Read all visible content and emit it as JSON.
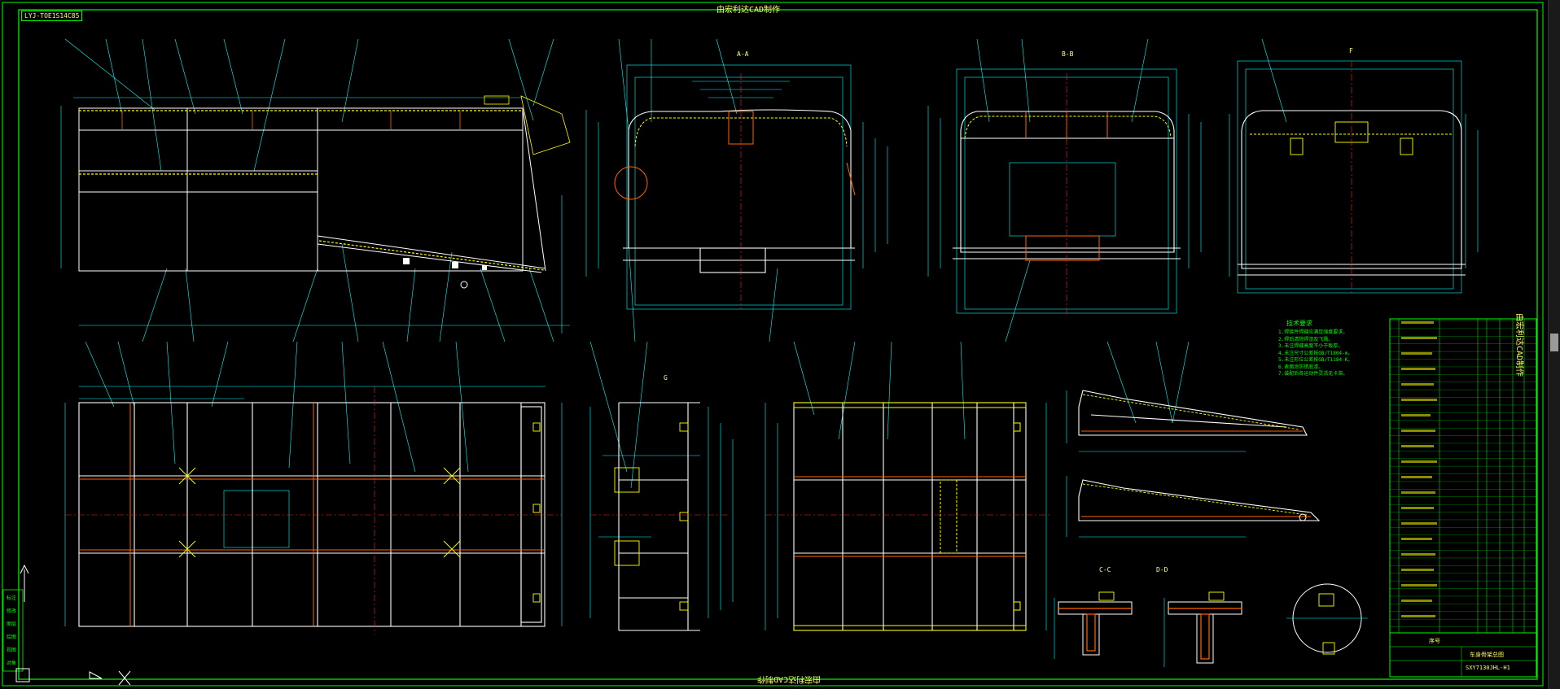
{
  "drawing": {
    "title_top": "由宏利达CAD制作",
    "title_bottom": "由宏利达CAD制作",
    "title_right": "由宏利达CAD制作",
    "sheet_id": "LYJ-TOE1S14C85"
  },
  "views": {
    "section_a": "A-A",
    "section_b": "B-B",
    "section_c": "C-C",
    "section_d": "D-D",
    "section_f": "F",
    "detail_g": "G"
  },
  "tech_requirements": {
    "title": "技术要求",
    "notes": [
      "1.焊接件焊缝应满足强度要求。",
      "2.焊后清除焊渣及飞溅。",
      "3.未注焊缝高度不小于板厚。",
      "4.未注尺寸公差按GB/T1804-m。",
      "5.未注形位公差按GB/T1184-K。",
      "6.表面涂防锈底漆。",
      "7.装配后各运动件灵活无卡滞。"
    ]
  },
  "bom": {
    "footer_label": "序号",
    "drawing_name": "车身骨架总图",
    "drawing_code": "SXY7130JHL-H1"
  },
  "left_toolbar": [
    "标注",
    "修改",
    "图层",
    "绘图",
    "视图",
    "对象"
  ],
  "colors": {
    "background": "#000000",
    "frame": "#00ff00",
    "structure": "#ffffff",
    "dimension": "#00ffff",
    "accent": "#ffff00",
    "hidden": "#ff6600",
    "center": "#ff2020"
  }
}
